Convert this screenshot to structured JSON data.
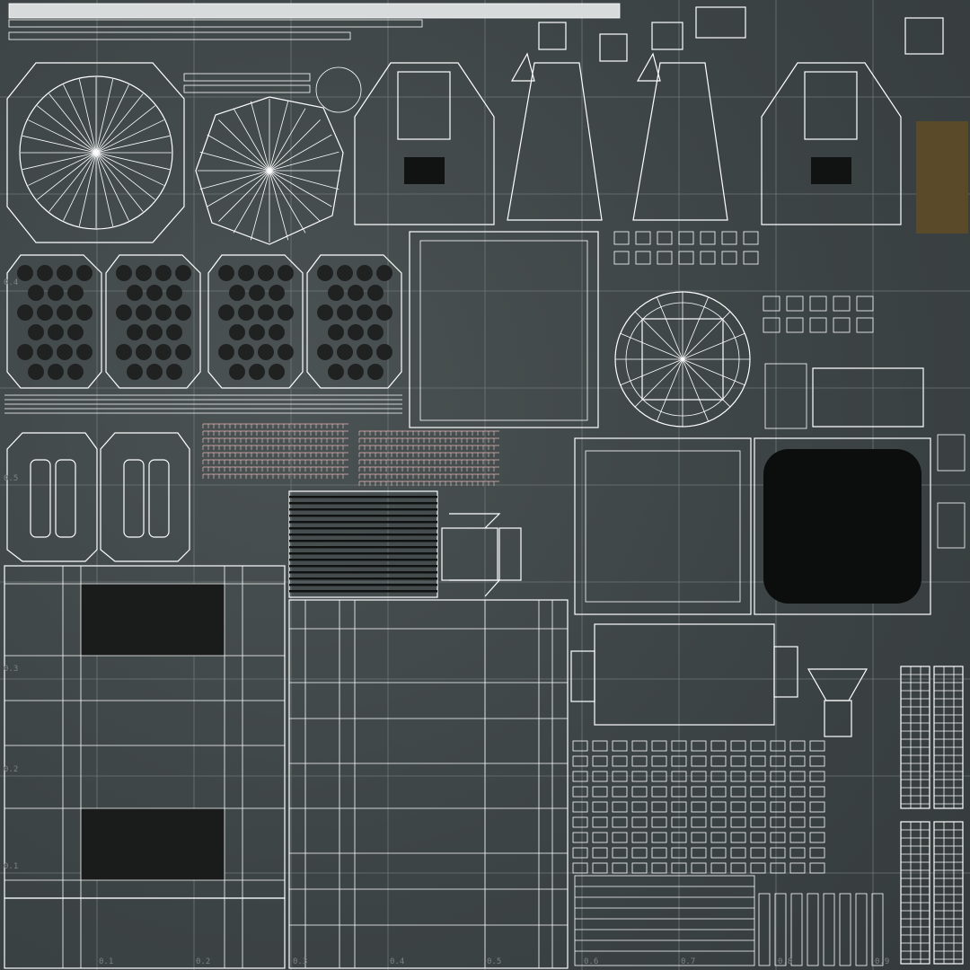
{
  "uv_sheet": {
    "axis_u_ticks": [
      "0.1",
      "0.2",
      "0.3",
      "0.4",
      "0.5",
      "0.6",
      "0.7",
      "0.8",
      "0.9"
    ],
    "axis_v_ticks": [
      "0.4",
      "0.5",
      "0.3",
      "0.2",
      "0.1"
    ],
    "colors": {
      "background": "#3f4647",
      "wire": "#ffffff",
      "grid": "#6f7677",
      "tick_text": "#7d8384",
      "panel_light": "#c9cccc",
      "panel_dark": "#141616",
      "accent_brown": "#5a4a2a"
    }
  }
}
